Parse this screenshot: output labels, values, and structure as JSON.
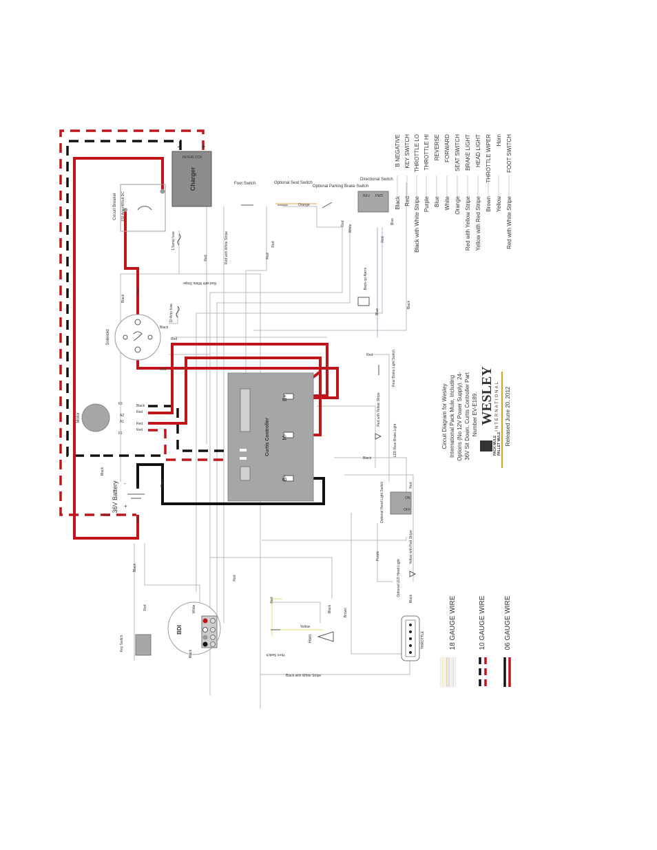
{
  "colors": {
    "red": "#c0151b",
    "black": "#111111",
    "grey_box": "#a6a6a6",
    "charger_box": "#8c8c8c",
    "wire_grey": "#b9b9b9",
    "wire_orange": "#e2a54b",
    "wire_yellow": "#e9dd7a",
    "wire_blue": "#9fb3d6",
    "logo_gold": "#d9a21b"
  },
  "legend": {
    "entries": [
      {
        "color": "Black",
        "function": "B NEGATIVE"
      },
      {
        "color": "Red",
        "function": "KEY SWITCH"
      },
      {
        "color": "Black with White Stripe",
        "function": "THROTTLE LO"
      },
      {
        "color": "Purple",
        "function": "THROTTLE HI"
      },
      {
        "color": "Blue",
        "function": "REVERSE"
      },
      {
        "color": "White",
        "function": "FORWARD"
      },
      {
        "color": "Orange",
        "function": "SEAT SWITCH"
      },
      {
        "color": "Red with Yellow Stripe",
        "function": "BRAKE LIGHT"
      },
      {
        "color": "Yellow with Red Stripe",
        "function": "HEAD LIGHT"
      },
      {
        "color": "Brown",
        "function": "THROTTLE WIPER"
      },
      {
        "color": "Yellow",
        "function": "Horn"
      },
      {
        "color": "Red with White Stripe",
        "function": "FOOT SWITCH"
      }
    ]
  },
  "gauge": {
    "g18": "18 GAUGE WIRE",
    "g10": "10 GAUGE WIRE",
    "g06": "06 GAUGE WIRE"
  },
  "title": {
    "line1": "Circuit Diagram for Wesley",
    "line2": "International Pack Mule, Including",
    "line3": "Options (No 12V Power Supply). 24-",
    "line4": "36V Sit Down. Curtis Controller Part",
    "line5": "Number EV-E189.",
    "brand": "WESLEY",
    "brand_sub": "INTERNATIONAL",
    "logo_text1": "PACK MULE",
    "logo_text2": "PALLET MULE",
    "released": "Released June 20, 2012"
  },
  "components": {
    "charger": "Charger",
    "interlock": "INTERLOCK",
    "circuit_breaker": "Circuit Breaker",
    "breaker_rating": "150 Amp/48Volt DC",
    "solenoid": "Solenoid",
    "motor": "Motor",
    "battery": "36V Battery",
    "curtis": "Curtis Controller",
    "b_plus": "B+",
    "m_minus": "M-",
    "b_minus": "B-",
    "foot_switch": "Foot Switch",
    "seat_switch": "Optional Seat Switch",
    "parking_switch": "Optional Parking Brake Switch",
    "directional_switch": "Directional Switch",
    "rev": "REV",
    "fwd": "FWD",
    "backup_alarm": "Back-up Alarm",
    "rear_brake_switch": "Rear Brake Light Switch",
    "led_rear": "LED Rear Brake Light",
    "head_light_switch": "Optional Head Light Switch",
    "led_head": "Optional LED Head Light",
    "throttle": "THROTTLE",
    "key_switch": "Key Switch",
    "bdi": "BDI",
    "horn": "Horn",
    "horn_switch": "Horn Switch",
    "off": "OFF",
    "on": "ON",
    "fuse_small": "1.5amp fuse",
    "fuse_large": "10 Amp fuse"
  },
  "wire_labels": {
    "black": "Black",
    "red": "Red",
    "orange": "Orange",
    "white": "White",
    "blue": "Blue",
    "purple": "Purple",
    "brown": "Brown",
    "yellow": "Yellow",
    "red_white": "Red with White Stripe",
    "red_yellow": "Red with Yellow Stripe",
    "yellow_red": "Yellow with Red Stripe",
    "black_white": "Black with White Stripe",
    "motor_f2": "F2",
    "motor_a2": "A2",
    "motor_a1": "A1",
    "motor_f1": "F1"
  }
}
